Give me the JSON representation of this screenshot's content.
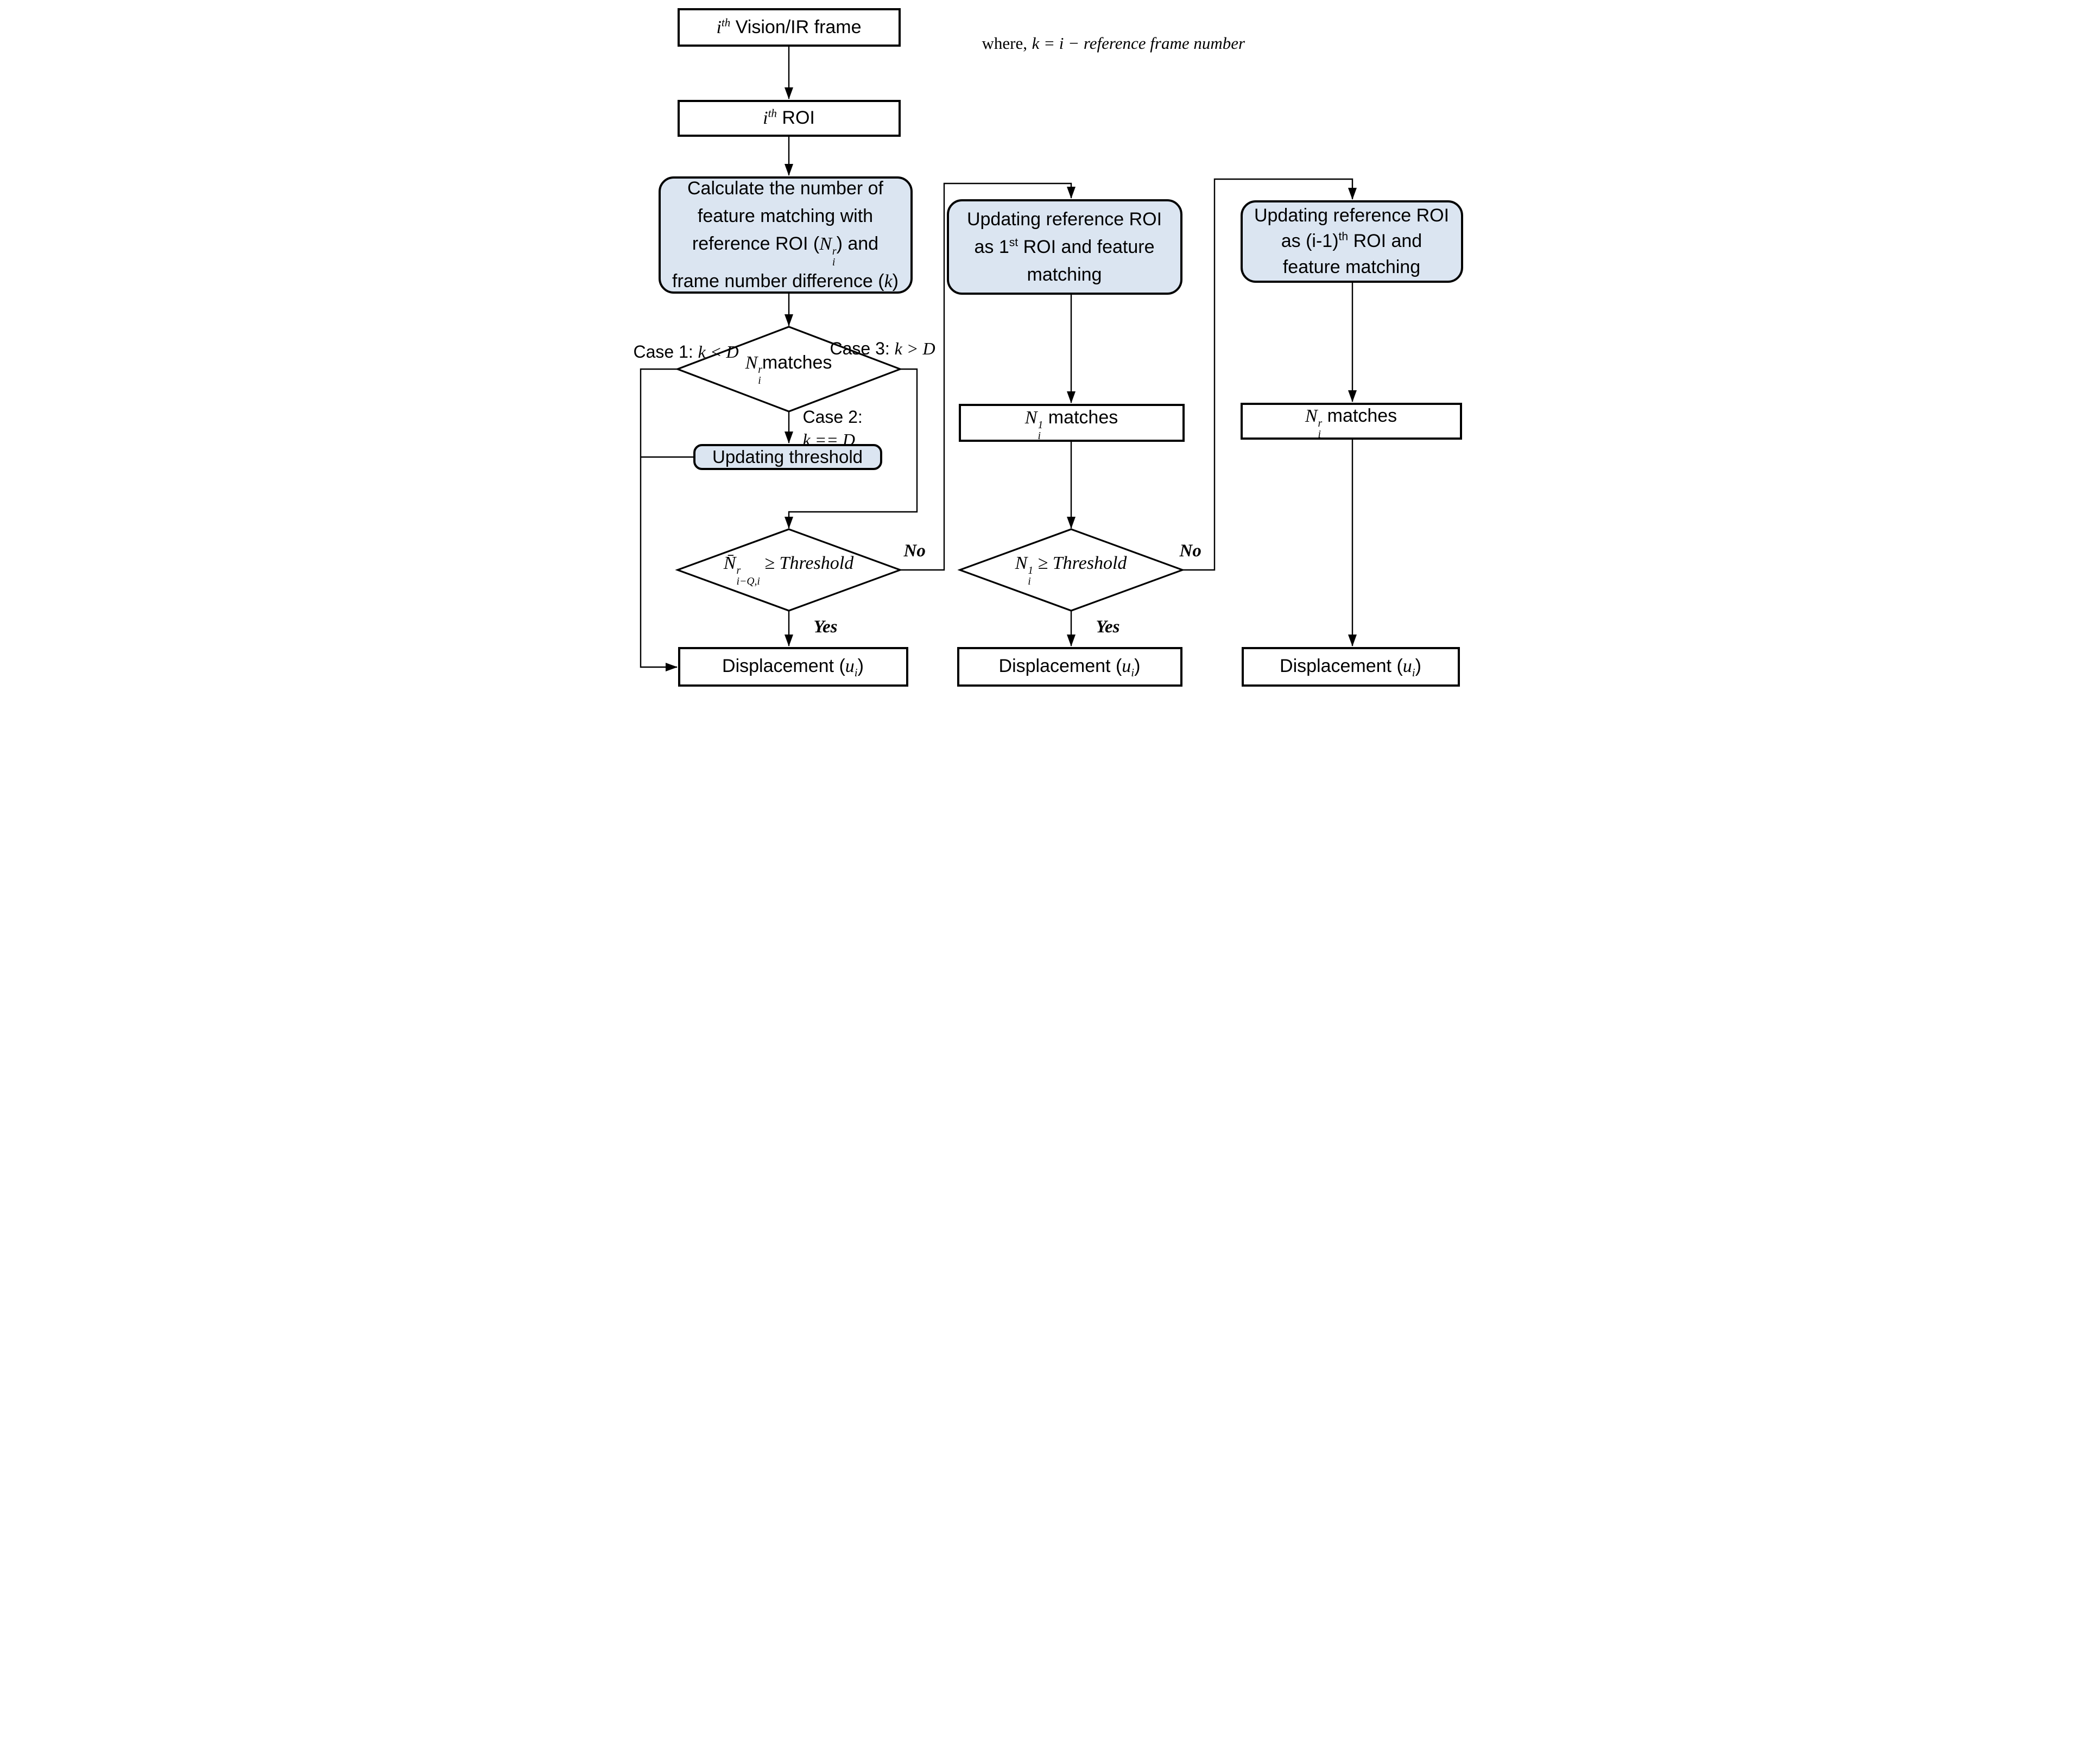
{
  "note": {
    "where": "where,",
    "formula": "k = i − reference frame number"
  },
  "colors": {
    "process_fill": "#dbe5f1",
    "stroke": "#000000"
  },
  "left": {
    "frame_box": {
      "base": "i",
      "sup": "th",
      "rest": " Vision/IR frame"
    },
    "roi_box": {
      "base": "i",
      "sup": "th",
      "rest": " ROI"
    },
    "calc_box": {
      "line1": "Calculate the number of",
      "line2": "feature matching with",
      "line3_pre": "reference ROI (",
      "line3_base": "N",
      "line3_sup": "r",
      "line3_sub": "i",
      "line3_post": ") and",
      "line4_pre": "frame number difference (",
      "line4_var": "k",
      "line4_post": ")"
    },
    "match_diamond": {
      "base": "N",
      "sup": "r",
      "sub": "i",
      "rest": "matches"
    },
    "case1": {
      "label": "Case 1: ",
      "math": "k < D"
    },
    "case2": {
      "label": "Case 2:",
      "math": "k == D"
    },
    "case3": {
      "label": "Case 3: ",
      "math": "k > D"
    },
    "threshold_box": "Updating threshold",
    "threshold_diamond": {
      "base": "N̄",
      "sup": "r",
      "sub": "i−Q,i",
      "rest": " ≥ Threshold"
    },
    "no_label": "No",
    "yes_label": "Yes",
    "displacement_box": {
      "pre": "Displacement (",
      "base": "u",
      "sub": "i",
      "post": ")"
    }
  },
  "middle": {
    "update_box": {
      "line1": "Updating reference ROI",
      "line2_pre": "as 1",
      "line2_sup": "st",
      "line2_post": " ROI and feature",
      "line3": "matching"
    },
    "match_box": {
      "base": "N",
      "sup": "1",
      "sub": "i",
      "rest": " matches"
    },
    "threshold_diamond": {
      "base": "N",
      "sup": "1",
      "sub": "i",
      "rest": " ≥ Threshold"
    },
    "no_label": "No",
    "yes_label": "Yes",
    "displacement_box": {
      "pre": "Displacement (",
      "base": "u",
      "sub": "i",
      "post": ")"
    }
  },
  "right": {
    "update_box": {
      "line1": "Updating reference ROI",
      "line2_pre": "as (i-1)",
      "line2_sup": "th",
      "line2_post": " ROI and",
      "line3": "feature matching"
    },
    "match_box": {
      "base": "N",
      "sup": "r",
      "sub": "i",
      "rest": " matches"
    },
    "displacement_box": {
      "pre": "Displacement (",
      "base": "u",
      "sub": "i",
      "post": ")"
    }
  }
}
